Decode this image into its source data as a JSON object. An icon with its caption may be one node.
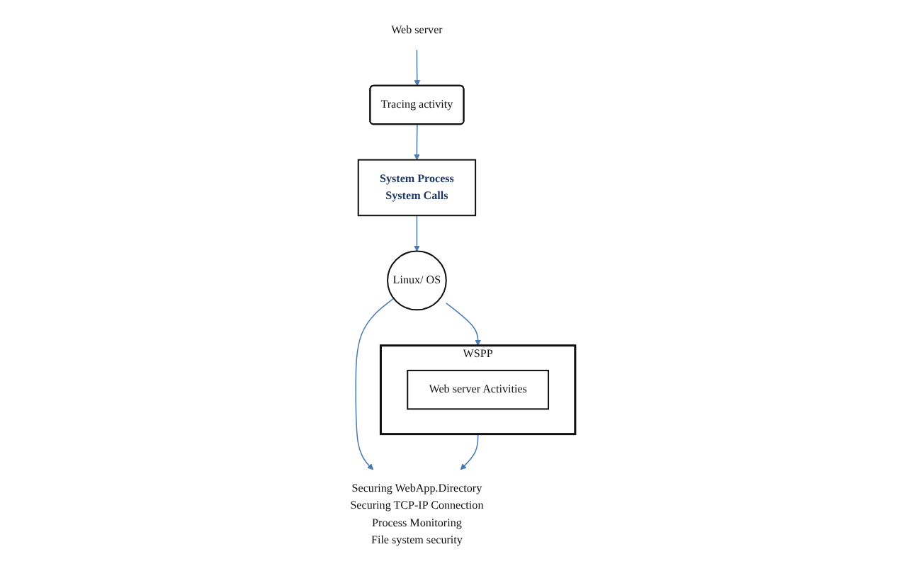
{
  "diagram": {
    "nodes": [
      {
        "text": [
          "WSPP"
        ]
      },
      {
        "text": [
          "Web server Activities"
        ],
        "in": 0
      },
      {
        "text": [
          "Linux/ OS"
        ]
      },
      {
        "text": [
          "Web server"
        ]
      },
      {
        "text": [
          "Securing WebApp.Directory",
          "Securing TCP-IP Connection",
          "Process Monitoring",
          "File system security"
        ]
      },
      {
        "text": [
          "System Process",
          "System Calls"
        ]
      },
      {
        "text": [
          "Tracing activity"
        ]
      }
    ],
    "edges": [
      {
        "from": 2,
        "to": 0,
        "arrow": "to"
      },
      {
        "from": 0,
        "to": 4,
        "arrow": "to"
      },
      {
        "from": 2,
        "to": 4,
        "arrow": "to"
      },
      {
        "from": 5,
        "to": 2,
        "arrow": "to"
      },
      {
        "from": 6,
        "to": 5,
        "arrow": "to"
      },
      {
        "from": 3,
        "to": 6,
        "arrow": "to"
      }
    ]
  }
}
